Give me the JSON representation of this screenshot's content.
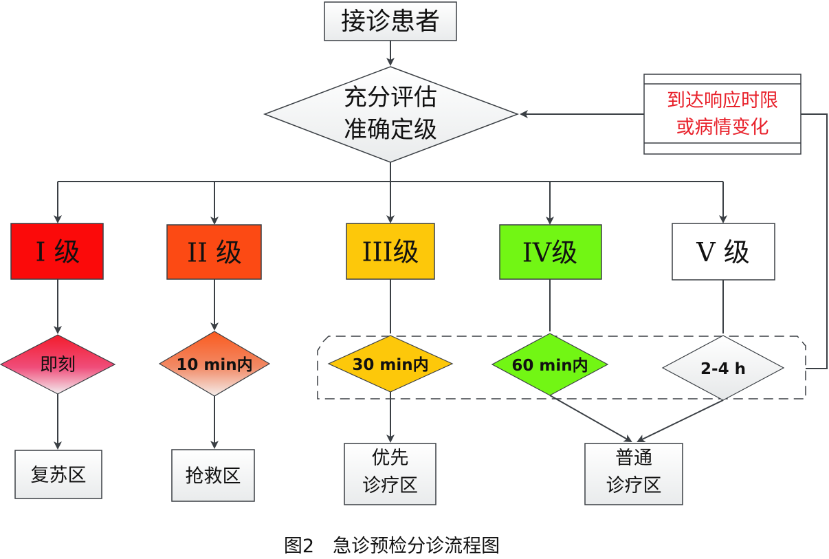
{
  "start": {
    "label": "接诊患者"
  },
  "assess": {
    "line1": "充分评估",
    "line2": "准确定级"
  },
  "reassess": {
    "line1": "到达响应时限",
    "line2": "或病情变化"
  },
  "levels": [
    {
      "id": "1",
      "label": "I 级",
      "color": "#fb0a0a",
      "time": "即刻",
      "time_color": "#f0406a",
      "zone": [
        "复苏区"
      ]
    },
    {
      "id": "2",
      "label": "II 级",
      "color": "#fc4a14",
      "time": "10 min内",
      "time_color": "#f07a52",
      "zone": [
        "抢救区"
      ]
    },
    {
      "id": "3",
      "label": "III级",
      "color": "#fdc80a",
      "time": "30 min内",
      "time_color": "#fdc80a",
      "zone": [
        "优先",
        "诊疗区"
      ]
    },
    {
      "id": "4",
      "label": "IV级",
      "color": "#72f614",
      "time": "60 min内",
      "time_color": "#72f614",
      "zone": [
        "普通",
        "诊疗区"
      ]
    },
    {
      "id": "5",
      "label": "V 级",
      "color": "#ffffff",
      "time": "2-4  h",
      "time_color": "#f2f2f2",
      "zone": [
        "普通",
        "诊疗区"
      ]
    }
  ],
  "caption": "图2　急诊预检分诊流程图"
}
